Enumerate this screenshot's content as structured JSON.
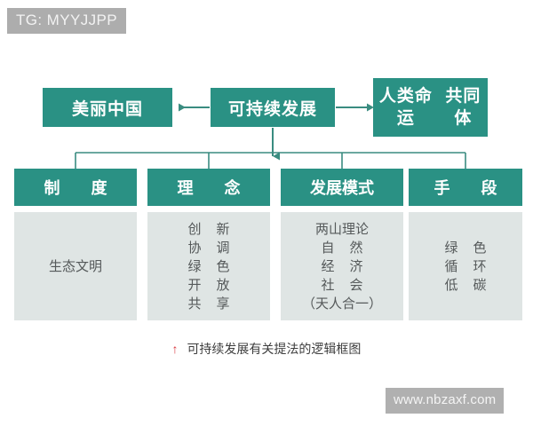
{
  "overlay": {
    "tg_tag": "TG: MYYJJPP",
    "site_watermark": "www.nbzaxf.com"
  },
  "colors": {
    "teal": "#2a9184",
    "panel_gray": "#dfe5e4",
    "text_gray": "#55595a",
    "arrow_red": "#d8383f",
    "connector": "#3a8c80"
  },
  "diagram": {
    "title": "可持续发展有关提法的逻辑框图",
    "top_boxes": [
      {
        "id": "beautiful-china",
        "label": "美丽中国"
      },
      {
        "id": "sustainable-dev",
        "label": "可持续发展"
      },
      {
        "id": "shared-future",
        "line1": "人类命运",
        "line2": "共同体"
      }
    ],
    "columns": [
      {
        "id": "system",
        "header": "制  度",
        "rows": [
          {
            "type": "single",
            "text": "生态文明"
          }
        ]
      },
      {
        "id": "concept",
        "header": "理  念",
        "rows": [
          {
            "type": "pair",
            "left": "创",
            "right": "新"
          },
          {
            "type": "pair",
            "left": "协",
            "right": "调"
          },
          {
            "type": "pair",
            "left": "绿",
            "right": "色"
          },
          {
            "type": "pair",
            "left": "开",
            "right": "放"
          },
          {
            "type": "pair",
            "left": "共",
            "right": "享"
          }
        ]
      },
      {
        "id": "development-model",
        "header": "发展模式",
        "rows": [
          {
            "type": "single",
            "text": "两山理论"
          },
          {
            "type": "pair",
            "left": "自",
            "right": "然"
          },
          {
            "type": "pair",
            "left": "经",
            "right": "济"
          },
          {
            "type": "pair",
            "left": "社",
            "right": "会"
          },
          {
            "type": "single",
            "text": "（天人合一）"
          }
        ]
      },
      {
        "id": "means",
        "header": "手  段",
        "rows": [
          {
            "type": "pair",
            "left": "绿",
            "right": "色"
          },
          {
            "type": "pair",
            "left": "循",
            "right": "环"
          },
          {
            "type": "pair",
            "left": "低",
            "right": "碳"
          }
        ]
      }
    ],
    "caption": {
      "marker": "↑",
      "text": "可持续发展有关提法的逻辑框图"
    }
  }
}
